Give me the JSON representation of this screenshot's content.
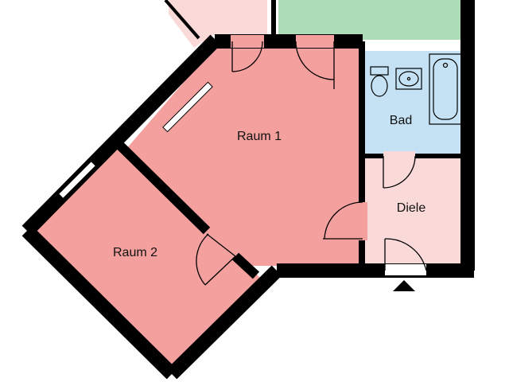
{
  "plan": {
    "rooms": [
      {
        "id": "raum1",
        "label": "Raum 1",
        "color": "#f4a09e"
      },
      {
        "id": "raum2",
        "label": "Raum 2",
        "color": "#f4a09e"
      },
      {
        "id": "bad",
        "label": "Bad",
        "color": "#c4e2f4"
      },
      {
        "id": "diele",
        "label": "Diele",
        "color": "#f9dad8"
      }
    ],
    "neighbour_colors": {
      "balcony": "#f9dad8",
      "garden": "#acdcb8"
    },
    "wall_color": "#000000",
    "entrance_icon": "triangle-up-icon"
  }
}
